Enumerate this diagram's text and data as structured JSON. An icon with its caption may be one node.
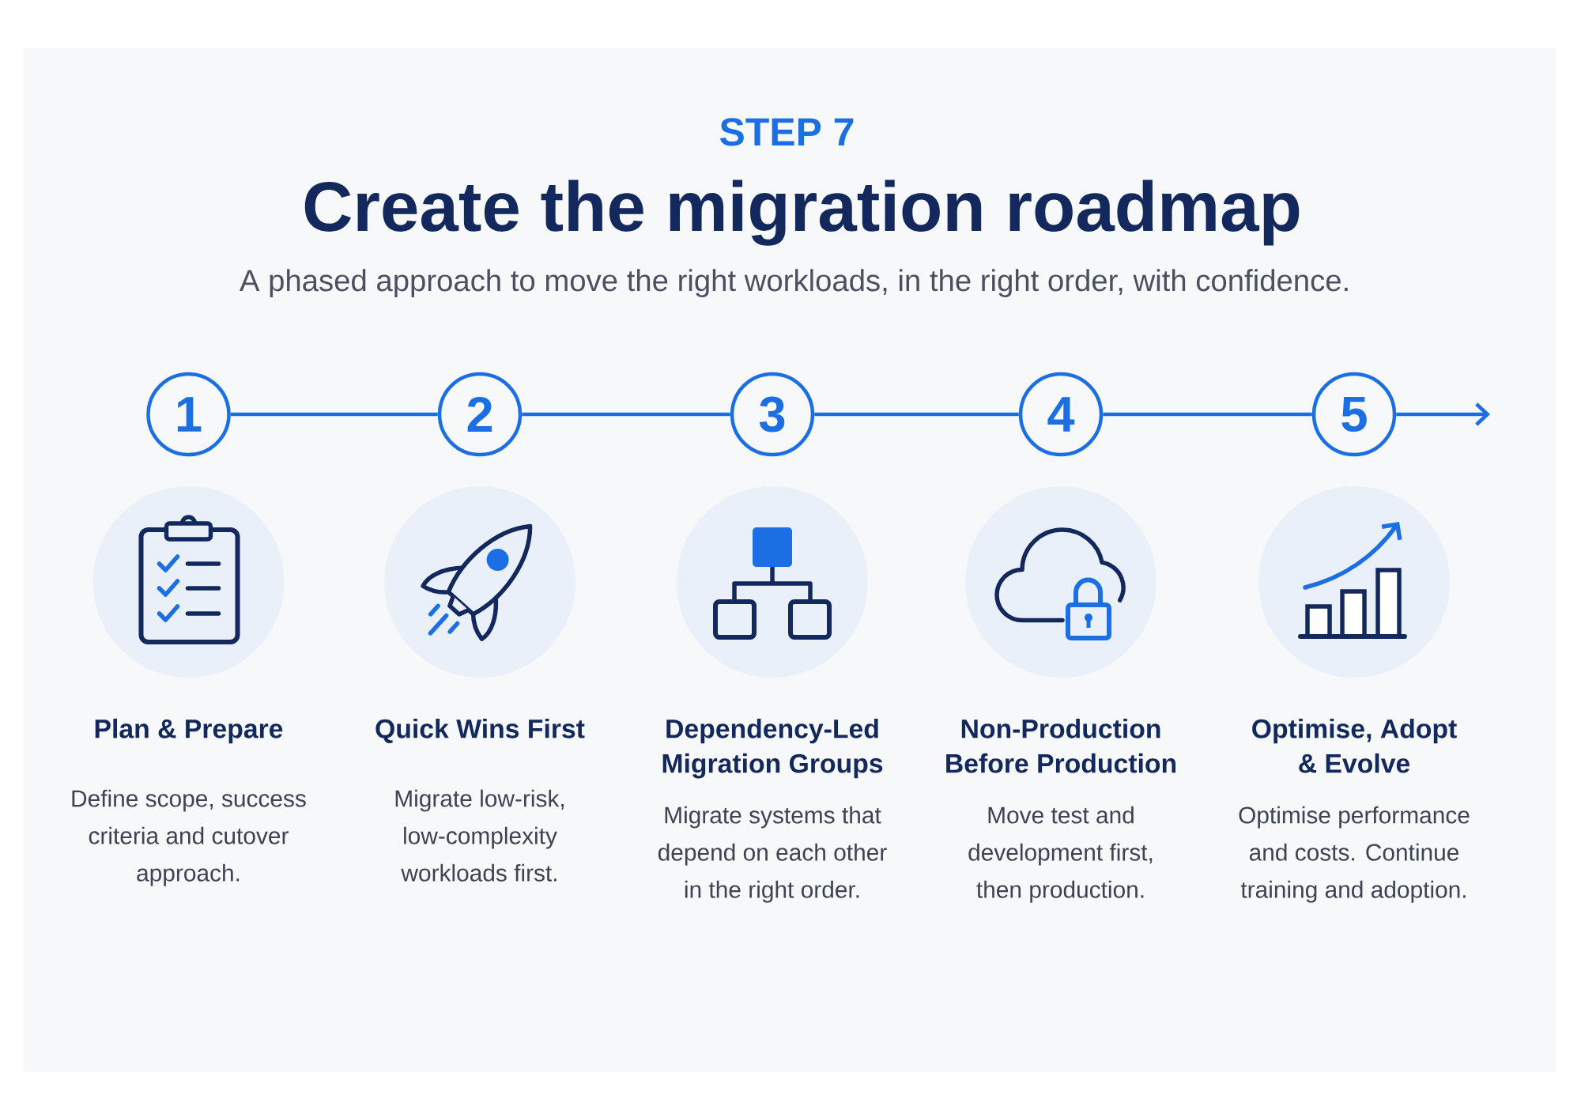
{
  "diagram": {
    "title": "Create the migration roadmap",
    "nodes": [
      {
        "text": [
          "1"
        ],
        "beside": [
          "Plan & Prepare",
          "Define scope, success criteria and cutover approach."
        ]
      },
      {
        "text": [
          "2"
        ],
        "beside": [
          "Quick Wins First",
          "Migrate low-risk, low-complexity workloads first."
        ]
      },
      {
        "text": [
          "3"
        ],
        "beside": [
          "Dependency-Led Migration Groups",
          "Migrate systems that depend on each other in the right order."
        ]
      },
      {
        "text": [
          "4"
        ],
        "beside": [
          "Non-Production Before Production",
          "Move test and development first, then production."
        ]
      },
      {
        "text": [
          "5"
        ],
        "beside": [
          "Optimise, Adopt & Evolve",
          "Optimise performance and costs. Continue training and adoption."
        ]
      }
    ],
    "edges": [
      {
        "from": 0,
        "to": 1,
        "arrow": "none"
      },
      {
        "from": 1,
        "to": 2,
        "arrow": "none"
      },
      {
        "from": 2,
        "to": 3,
        "arrow": "none"
      },
      {
        "from": 3,
        "to": 4,
        "arrow": "none"
      },
      {
        "from": 4,
        "to": null,
        "arrow": "to"
      }
    ],
    "labels": [
      "STEP 7",
      "A phased approach to move the right workloads, in the right order, with confidence."
    ]
  }
}
